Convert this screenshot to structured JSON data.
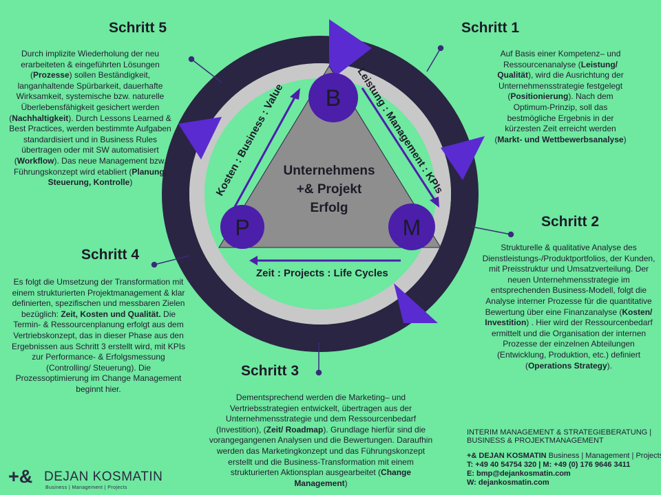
{
  "center": {
    "title_line1": "Unternehmens",
    "title_line2": "+& Projekt",
    "title_line3": "Erfolg"
  },
  "nodes": {
    "b": "B",
    "p": "P",
    "m": "M"
  },
  "edges": {
    "left": "Kosten : Business : Value",
    "right": "Leistung : Management : KPIs",
    "bottom": "Zeit : Projects : Life Cycles"
  },
  "steps": [
    {
      "title": "Schritt 1",
      "parts": [
        {
          "t": "Auf Basis einer Kompetenz– und Ressourcenanalyse ("
        },
        {
          "t": "Leistung/ Qualität",
          "b": true
        },
        {
          "t": "), wird die Ausrichtung der Unternehmensstrategie festgelegt ("
        },
        {
          "t": "Positionierung",
          "b": true
        },
        {
          "t": "). Nach dem Optimum-Prinzip, soll das bestmögliche Ergebnis in der kürzesten Zeit erreicht werden ("
        },
        {
          "t": "Markt- und Wettbewerbsanalyse",
          "b": true
        },
        {
          "t": ")"
        }
      ]
    },
    {
      "title": "Schritt 2",
      "parts": [
        {
          "t": "Strukturelle & qualitative Analyse des Dienstleistungs-/Produktportfolios, der Kunden, mit Preisstruktur und Umsatzverteilung. Der neuen Unternehmensstrategie im entsprechenden Business-Modell, folgt die Analyse interner Prozesse für die quantitative Bewertung über eine Finanzanalyse ("
        },
        {
          "t": "Kosten/ Investition",
          "b": true
        },
        {
          "t": ") . Hier wird der Ressourcenbedarf ermittelt und die Organisation der internen Prozesse der einzelnen Abteilungen (Entwicklung, Produktion, etc.) definiert ("
        },
        {
          "t": "Operations Strategy",
          "b": true
        },
        {
          "t": ")."
        }
      ]
    },
    {
      "title": "Schritt 3",
      "parts": [
        {
          "t": "Dementsprechend werden die Marketing– und Vertriebsstrategien  entwickelt, übertragen aus  der Unternehmensstrategie und dem  Ressourcenbedarf (Investition), ("
        },
        {
          "t": "Zeit/ Roadmap",
          "b": true
        },
        {
          "t": "). Grundlage hierfür sind die vorangegangenen Analysen und die  Bewertungen. Daraufhin werden das Marketingkonzept und das Führungskonzept erstellt und die Business-Transformation mit einem strukturierten Aktionsplan ausgearbeitet ("
        },
        {
          "t": "Change Management",
          "b": true
        },
        {
          "t": ")"
        }
      ]
    },
    {
      "title": "Schritt 4",
      "parts": [
        {
          "t": "Es folgt die Umsetzung der Transformation mit einem strukturierten Projektmanagement & klar definierten, spezifischen  und messbaren Zielen bezüglich: "
        },
        {
          "t": "Zeit, Kosten und Qualität.",
          "b": true
        },
        {
          "t": " Die Termin- & Ressourcenplanung erfolgt aus dem Vertriebskonzept, das in dieser Phase aus den Ergebnissen aus Schritt 3 erstellt wird, mit KPIs zur Performance- &  Erfolgsmessung (Controlling/ Steuerung). Die Prozessoptimierung im Change Management beginnt hier."
        }
      ]
    },
    {
      "title": "Schritt 5",
      "parts": [
        {
          "t": "Durch implizite Wiederholung der neu erarbeiteten &  eingeführten Lösungen ("
        },
        {
          "t": "Prozesse",
          "b": true
        },
        {
          "t": ") sollen Beständigkeit, langanhaltende Spürbarkeit, dauerhafte Wirksamkeit, systemische bzw. naturelle Überlebensfähigkeit gesichert werden ("
        },
        {
          "t": "Nachhaltigkeit",
          "b": true
        },
        {
          "t": "). Durch Lessons Learned & Best Practices, werden bestimmte Aufgaben standardisiert und  in Business Rules übertragen  oder mit SW automatisiert ("
        },
        {
          "t": "Workflow",
          "b": true
        },
        {
          "t": "). Das neue Management bzw. Führungskonzept wird etabliert ("
        },
        {
          "t": "Planung, Steuerung, Kontrolle",
          "b": true
        },
        {
          "t": ")"
        }
      ]
    }
  ],
  "footer": {
    "headline1": "INTERIM MANAGEMENT & STRATEGIEBERATUNG |",
    "headline2": "BUSINESS & PROJEKTMANAGEMENT",
    "company": "+& DEJAN KOSMATIN",
    "company_tag": " Business | Management | Projects",
    "phone": "T: +49 40 54754 320  | M: +49 (0) 176 9646 3411",
    "email": "E: bmp@dejankosmatin.com",
    "web": "W: dejankosmatin.com"
  },
  "logo": {
    "mark": "+&",
    "name": "DEJAN KOSMATIN",
    "tagline": "Business | Management | Projects"
  },
  "colors": {
    "background": "#6fe8a0",
    "outer_ring": "#2a2542",
    "inner_ring": "#c8c8c8",
    "triangle": "#8e8e8e",
    "node": "#4b1faa",
    "accent": "#5a2bd1"
  }
}
